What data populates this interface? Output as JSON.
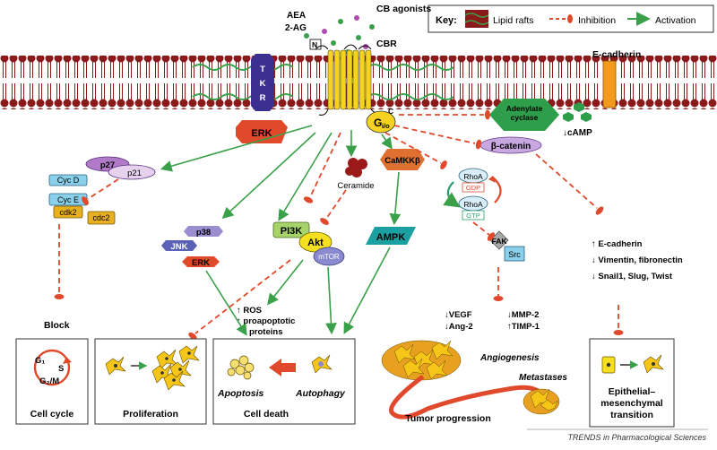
{
  "key": {
    "title": "Key:",
    "lipid_rafts": "Lipid rafts",
    "inhibition": "Inhibition",
    "activation": "Activation"
  },
  "ligands": {
    "aea": "AEA",
    "two_ag": "2-AG",
    "cb_agonists": "CB agonists",
    "n_term": "N",
    "c_term": "C",
    "cbr": "CBR",
    "tkr": "TKR",
    "e_cadherin_membrane": "E-cadherin"
  },
  "signaling": {
    "gio": "G",
    "gio_sub": "i/o",
    "adenylate_cyclase_1": "Adenylate",
    "adenylate_cyclase_2": "cyclase",
    "camp": "↓cAMP",
    "beta_catenin": "β-catenin",
    "erk_top": "ERK",
    "camkk": "CaMKKβ",
    "ceramide": "Ceramide",
    "p27": "p27",
    "p21": "p21",
    "cyc_d": "Cyc D",
    "cyc_e": "Cyc E",
    "cdk2": "cdk2",
    "cdc2": "cdc2",
    "p38": "p38",
    "jnk": "JNK",
    "erk_mid": "ERK",
    "pi3k": "PI3K",
    "akt": "Akt",
    "mtor": "mTOR",
    "ampk": "AMPK",
    "rhoa_gdp_1": "RhoA",
    "gdp": "GDP",
    "rhoa_gtp_1": "RhoA",
    "gtp": "GTP",
    "fak": "FAK",
    "src": "Src"
  },
  "effects": {
    "block": "Block",
    "ros": "↑ ROS",
    "proapoptotic_1": "↑ proapoptotic",
    "proapoptotic_2": "proteins",
    "vegf": "↓VEGF",
    "ang2": "↓Ang-2",
    "mmp2": "↓MMP-2",
    "timp1": "↑TIMP-1",
    "ecad_up": "↑ E-cadherin",
    "vimentin": "↓ Vimentin, fibronectin",
    "snail": "↓ Snail1, Slug, Twist"
  },
  "outcomes": {
    "cell_cycle": "Cell cycle",
    "g1": "G₁",
    "s": "S",
    "g2m": "G₂/M",
    "proliferation": "Proliferation",
    "cell_death": "Cell death",
    "apoptosis": "Apoptosis",
    "autophagy": "Autophagy",
    "angiogenesis": "Angiogenesis",
    "metastases": "Metastases",
    "tumor_progression": "Tumor progression",
    "emt_1": "Epithelial–",
    "emt_2": "mesenchymal",
    "emt_3": "transition"
  },
  "source": "TRENDS in Pharmacological Sciences",
  "colors": {
    "membrane": "#8b1a1a",
    "activation": "#3aa04a",
    "inhibition": "#e0492c",
    "erk": "#e04a2a",
    "yellow": "#f5d320",
    "cyan_box": "#8ad0ea",
    "purple": "#b07ac8",
    "green_hex": "#2f9e4a",
    "tkr": "#3b2f8f"
  }
}
